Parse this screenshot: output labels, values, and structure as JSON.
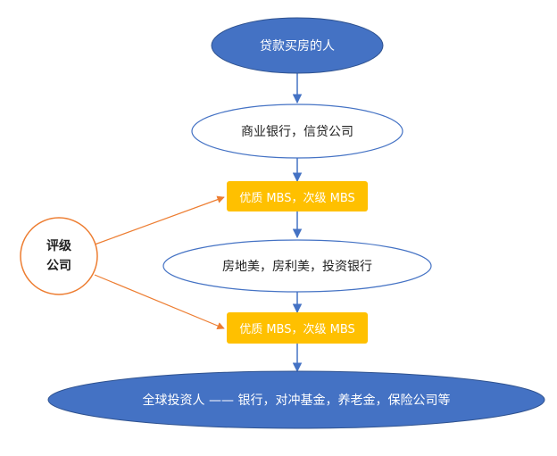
{
  "nodes": {
    "buyers": {
      "label": "贷款买房的人"
    },
    "lenders": {
      "label": "商业银行，信贷公司"
    },
    "mbs_first": {
      "label": "优质 MBS，次级 MBS"
    },
    "banks": {
      "label": "房地美，房利美，投资银行"
    },
    "mbs_second": {
      "label": "优质 MBS，次级 MBS"
    },
    "investors": {
      "label": "全球投资人 —— 银行，对冲基金，养老金，保险公司等"
    },
    "rating_agency": {
      "line1": "评级",
      "line2": "公司"
    }
  },
  "colors": {
    "blue_fill": "#4472c4",
    "blue_stroke": "#2f528f",
    "gold_fill": "#ffc000",
    "orange_stroke": "#ed7d31",
    "arrow_blue": "#4472c4"
  }
}
